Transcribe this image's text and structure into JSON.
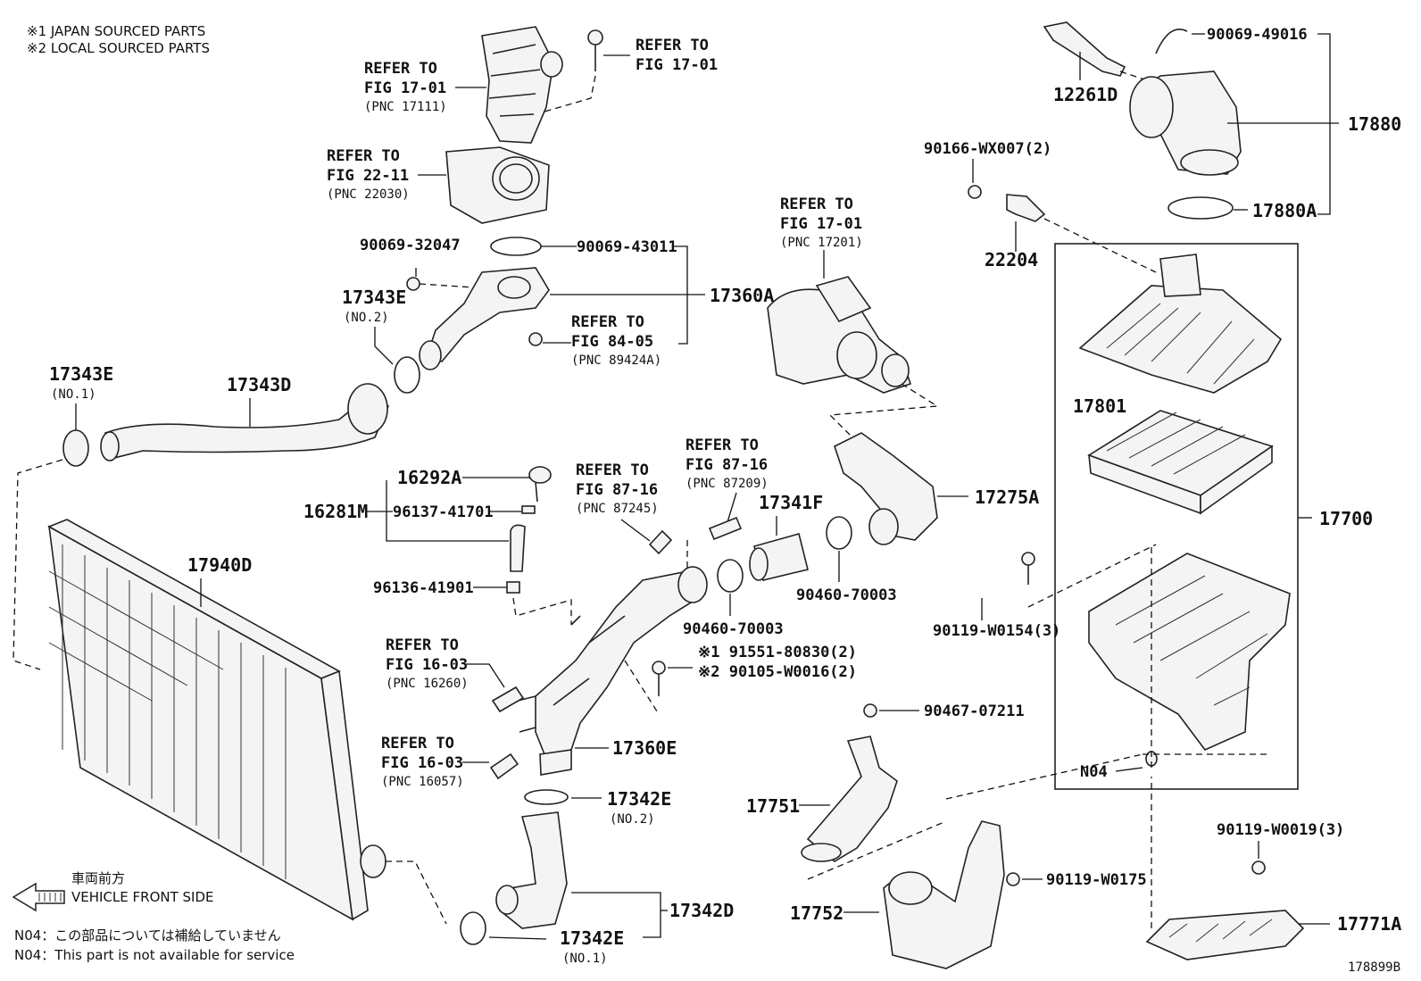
{
  "legend": {
    "japan": "※1 JAPAN SOURCED PARTS",
    "local": "※2 LOCAL SOURCED PARTS"
  },
  "direction": {
    "jp": "車両前方",
    "en": "VEHICLE FRONT SIDE"
  },
  "notes": {
    "n04_jp": "N04：この部品については補給していません",
    "n04_en": "N04：This part is not available for service"
  },
  "fig_id": "178899B",
  "refs": {
    "r1": {
      "a": "REFER TO",
      "b": "FIG 17-01",
      "c": "(PNC 17111)"
    },
    "r2": {
      "a": "REFER TO",
      "b": "FIG 17-01"
    },
    "r3": {
      "a": "REFER TO",
      "b": "FIG 22-11",
      "c": "(PNC 22030)"
    },
    "r4": {
      "a": "REFER TO",
      "b": "FIG 17-01",
      "c": "(PNC 17201)"
    },
    "r5": {
      "a": "REFER TO",
      "b": "FIG 84-05",
      "c": "(PNC 89424A)"
    },
    "r6": {
      "a": "REFER TO",
      "b": "FIG 87-16",
      "c": "(PNC 87209)"
    },
    "r7": {
      "a": "REFER TO",
      "b": "FIG 87-16",
      "c": "(PNC 87245)"
    },
    "r8": {
      "a": "REFER TO",
      "b": "FIG 16-03",
      "c": "(PNC 16260)"
    },
    "r9": {
      "a": "REFER TO",
      "b": "FIG 16-03",
      "c": "(PNC 16057)"
    }
  },
  "parts": {
    "p90069_49016": "90069-49016",
    "p12261D": "12261D",
    "p17880": "17880",
    "p90166": "90166-WX007(2)",
    "p17880A": "17880A",
    "p22204": "22204",
    "p90069_32047": "90069-32047",
    "p90069_43011": "90069-43011",
    "p17360A": "17360A",
    "p17343E_2": "17343E",
    "p17343E_2n": "(NO.2)",
    "p17343E_1": "17343E",
    "p17343E_1n": "(NO.1)",
    "p17343D": "17343D",
    "p17801": "17801",
    "p17700": "17700",
    "p17275A": "17275A",
    "p16292A": "16292A",
    "p16281M": "16281M",
    "p96137": "96137-41701",
    "p96136": "96136-41901",
    "p17341F": "17341F",
    "p17940D": "17940D",
    "p90460_a": "90460-70003",
    "p90460_b": "90460-70003",
    "p90119_W0154": "90119-W0154(3)",
    "p91551": "※1  91551-80830(2)",
    "p90105": "※2  90105-W0016(2)",
    "p90467": "90467-07211",
    "p17360E": "17360E",
    "pN04": "N04",
    "p17342E_2": "17342E",
    "p17342E_2n": "(NO.2)",
    "p17751": "17751",
    "p90119_W0019": "90119-W0019(3)",
    "p90119_W0175": "90119-W0175",
    "p17752": "17752",
    "p17771A": "17771A",
    "p17342D": "17342D",
    "p17342E_1": "17342E",
    "p17342E_1n": "(NO.1)"
  }
}
